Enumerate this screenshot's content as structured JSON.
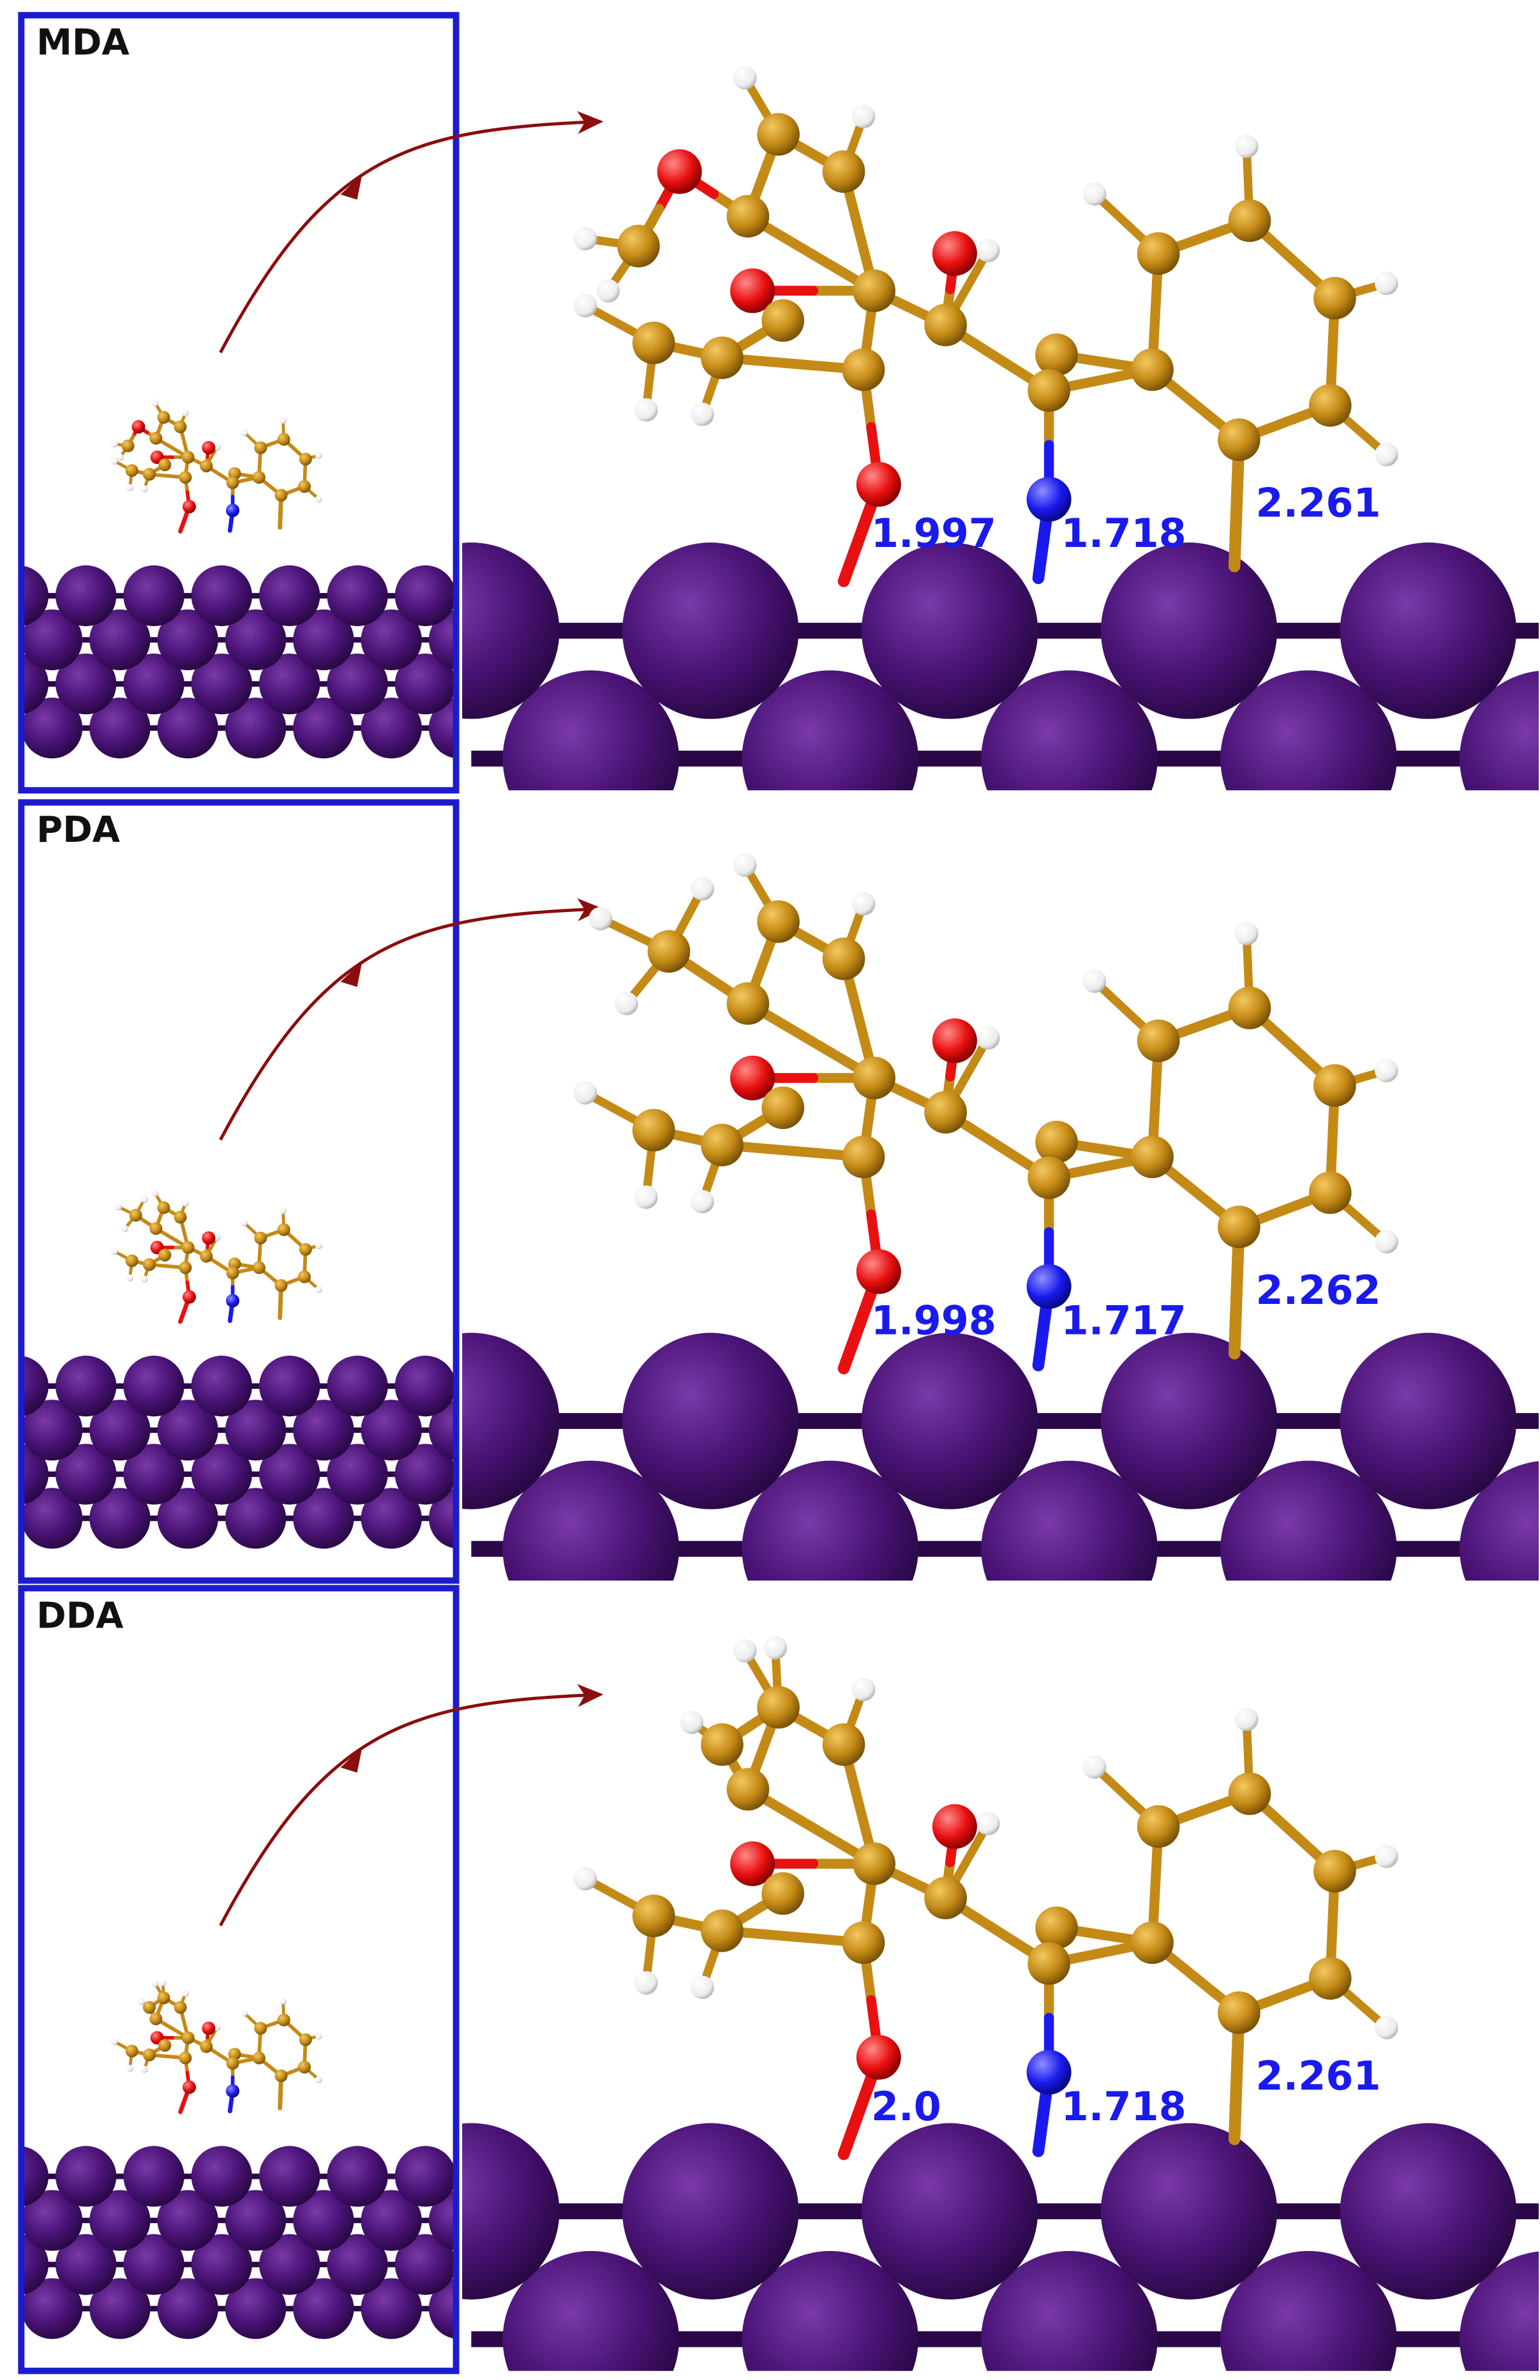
{
  "colors": {
    "box": "#1c1ccf",
    "arrow": "#8b0d0d",
    "carbon": "#c48a16",
    "carbon_dark": "#7a5208",
    "oxygen": "#e81010",
    "nitrogen": "#1a1aee",
    "hydrogen": "#f4f4f4",
    "surface_atom": "#4b1478",
    "surface_dark": "#2a0848",
    "label_text": "#1a1aee"
  },
  "panels": [
    {
      "name": "MDA",
      "label": "MDA",
      "dist_o": "1.997",
      "dist_n": "1.718",
      "dist_c": "2.261",
      "substituent": "methoxy"
    },
    {
      "name": "PDA",
      "label": "PDA",
      "dist_o": "1.998",
      "dist_n": "1.717",
      "dist_c": "2.262",
      "substituent": "propenyl"
    },
    {
      "name": "DDA",
      "label": "DDA",
      "dist_o": "2.0",
      "dist_n": "1.718",
      "dist_c": "2.261",
      "substituent": "cyclic"
    }
  ]
}
